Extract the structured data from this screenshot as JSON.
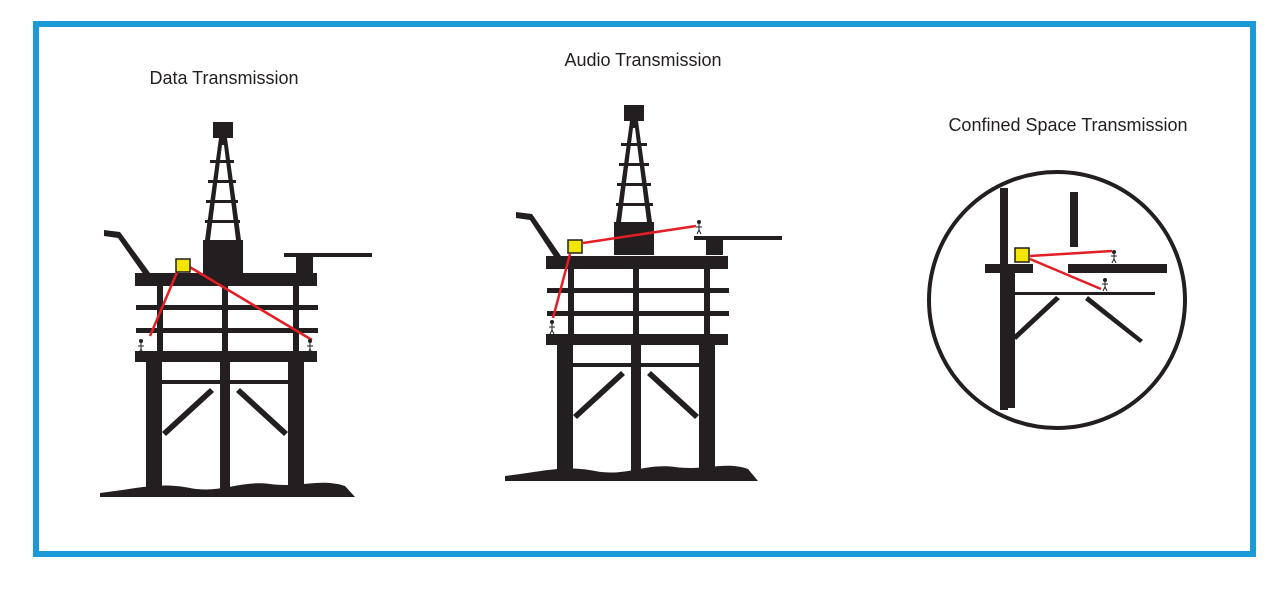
{
  "colors": {
    "frame": "#1a9ad6",
    "structure": "#231f20",
    "link": "#e31e24",
    "device": "#f2e600"
  },
  "panels": {
    "data": {
      "title": "Data Transmission"
    },
    "audio": {
      "title": "Audio Transmission"
    },
    "confined": {
      "title": "Confined Space Transmission"
    }
  }
}
